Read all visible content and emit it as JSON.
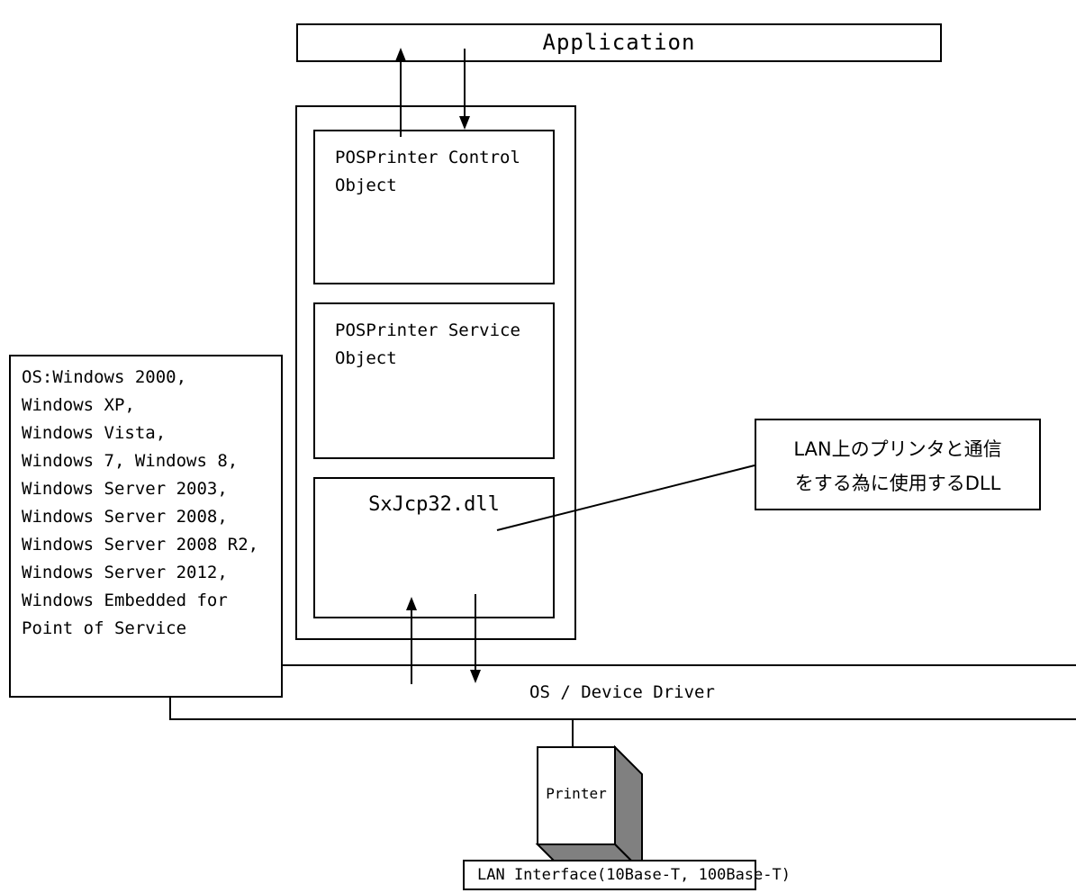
{
  "application": {
    "label": "Application"
  },
  "control_object": {
    "line1": "POSPrinter Control",
    "line2": "Object"
  },
  "service_object": {
    "line1": "POSPrinter Service",
    "line2": "Object"
  },
  "dll": {
    "label": "SxJcp32.dll"
  },
  "dll_note": {
    "line1": "LAN上のプリンタと通信",
    "line2": "をする為に使用するDLL"
  },
  "os_box": {
    "lines": [
      "OS:Windows 2000,",
      "Windows XP,",
      "Windows Vista,",
      "Windows 7, Windows 8,",
      "Windows Server 2003,",
      "Windows Server 2008,",
      "Windows Server 2008 R2,",
      "Windows Server 2012,",
      "Windows Embedded for",
      "Point of Service"
    ]
  },
  "os_driver": {
    "label": "OS / Device Driver"
  },
  "printer": {
    "label": "Printer"
  },
  "lan_interface": {
    "label": "LAN Interface(10Base-T, 100Base-T)"
  }
}
